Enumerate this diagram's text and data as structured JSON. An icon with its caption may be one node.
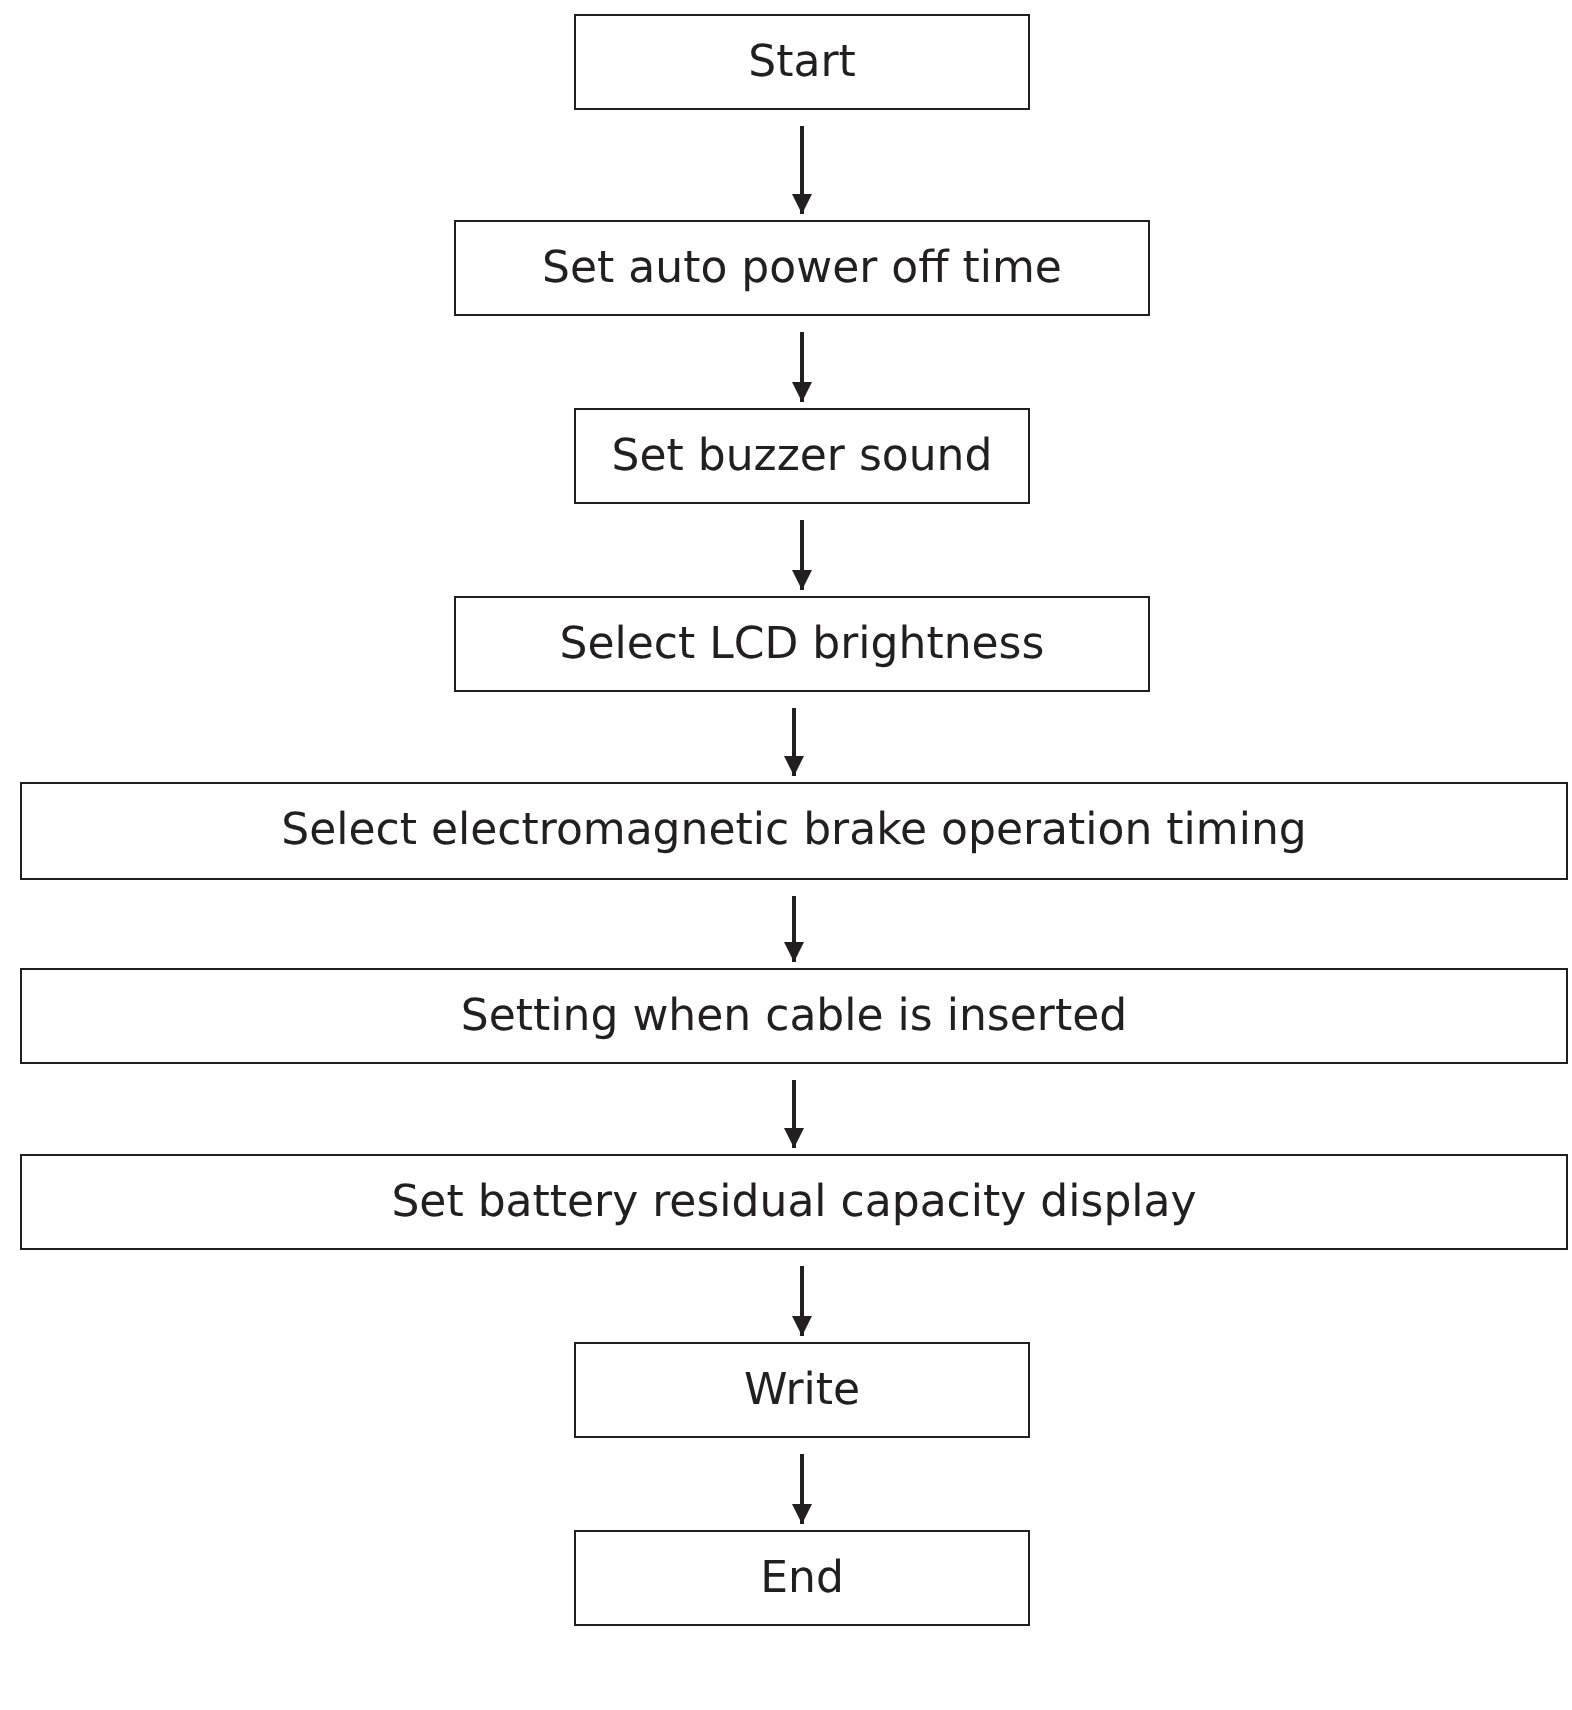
{
  "diagram": {
    "nodes": [
      {
        "text": [
          "Start"
        ]
      },
      {
        "text": [
          "Set auto power off time"
        ]
      },
      {
        "text": [
          "Set buzzer sound"
        ]
      },
      {
        "text": [
          "Select LCD brightness"
        ]
      },
      {
        "text": [
          "Select electromagnetic brake operation timing"
        ]
      },
      {
        "text": [
          "Setting when cable is inserted"
        ]
      },
      {
        "text": [
          "Set battery residual capacity display"
        ]
      },
      {
        "text": [
          "Write"
        ]
      },
      {
        "text": [
          "End"
        ]
      }
    ],
    "edges": [
      {
        "from": 0,
        "to": 1,
        "arrow": "to"
      },
      {
        "from": 1,
        "to": 2,
        "arrow": "to"
      },
      {
        "from": 2,
        "to": 3,
        "arrow": "to"
      },
      {
        "from": 3,
        "to": 4,
        "arrow": "to"
      },
      {
        "from": 4,
        "to": 5,
        "arrow": "to"
      },
      {
        "from": 5,
        "to": 6,
        "arrow": "to"
      },
      {
        "from": 6,
        "to": 7,
        "arrow": "to"
      },
      {
        "from": 7,
        "to": 8,
        "arrow": "to"
      }
    ]
  }
}
